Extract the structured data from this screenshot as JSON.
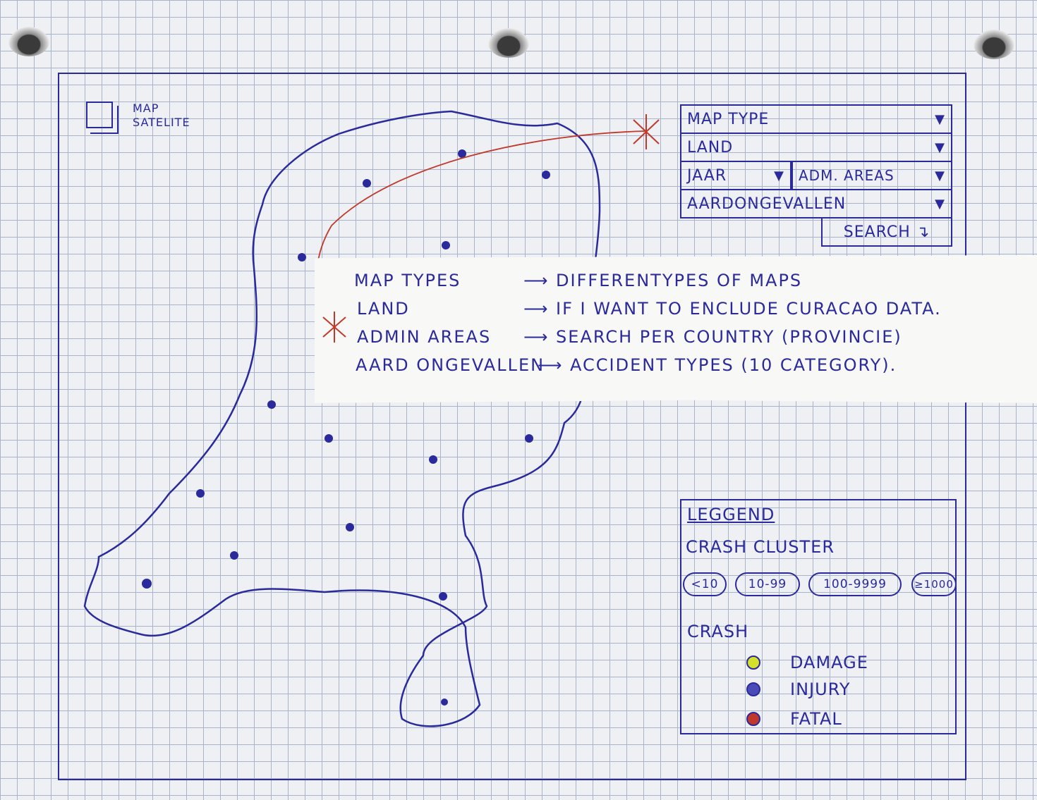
{
  "colors": {
    "ink": "#2a2a9c",
    "red_ink": "#c0392b",
    "damage": "#d6e02a",
    "injury": "#4a4ab8",
    "fatal": "#c0392b"
  },
  "layer_toggle": {
    "icon": "layers-icon",
    "options": [
      "MAP",
      "SATELITE"
    ]
  },
  "filters": {
    "map_type": "MAP TYPE",
    "land": "LAND",
    "jaar": "JAAR",
    "adm_areas": "ADM. AREAS",
    "aardongevallen": "AARDONGEVALLEN",
    "search": "SEARCH",
    "dropdown_icon": "filter-triangle-icon"
  },
  "notes": [
    {
      "term": "MAP TYPES",
      "desc": "DIFFERENTYPES OF MAPS"
    },
    {
      "term": "LAND",
      "desc": "IF I WANT TO ENCLUDE CURACAO DATA."
    },
    {
      "term": "ADMIN AREAS",
      "desc": "SEARCH PER COUNTRY (PROVINCIE)"
    },
    {
      "term": "AARD ONGEVALLEN",
      "desc": "ACCIDENT TYPES (10 CATEGORY)."
    }
  ],
  "legend": {
    "title": "LEGGEND",
    "cluster_title": "CRASH CLUSTER",
    "clusters": [
      "<10",
      "10-99",
      "100-9999",
      "≥1000"
    ],
    "crash_title": "CRASH",
    "crash_types": [
      "DAMAGE",
      "INJURY",
      "FATAL"
    ]
  }
}
